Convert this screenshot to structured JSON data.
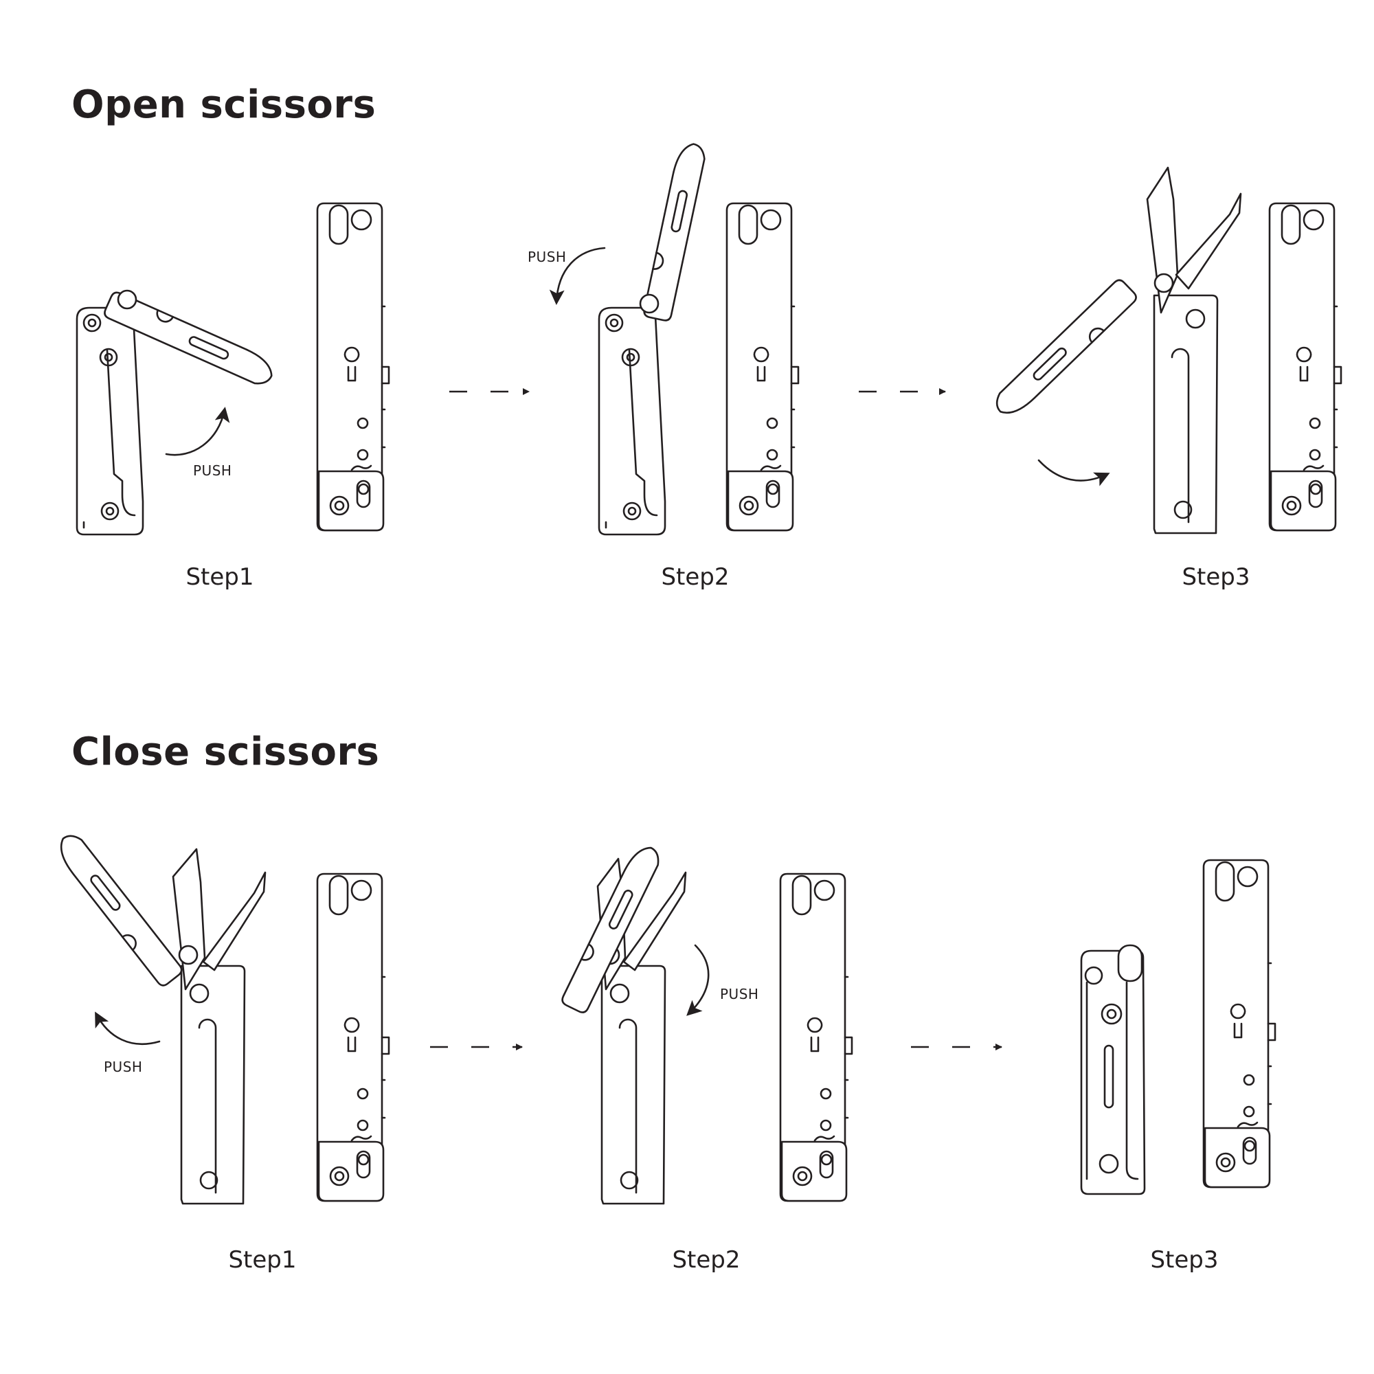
{
  "sections": [
    {
      "title": "Open scissors",
      "steps": [
        "Step1",
        "Step2",
        "Step3"
      ]
    },
    {
      "title": "Close scissors",
      "steps": [
        "Step1",
        "Step2",
        "Step3"
      ]
    }
  ],
  "push_label": "PUSH",
  "icons": {
    "arrow": "curved-arrow-icon",
    "next": "dashed-arrow-icon",
    "screw": "screw-icon"
  },
  "colors": {
    "line": "#231f20",
    "background": "#ffffff"
  }
}
